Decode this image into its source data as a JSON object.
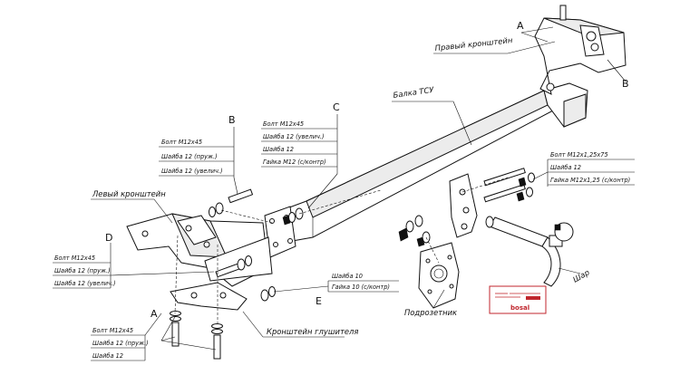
{
  "letters": {
    "a_top": "A",
    "b_top": "B",
    "b_mid": "B",
    "c": "C",
    "d": "D",
    "e": "E",
    "a_bottom": "A"
  },
  "labels": {
    "right_bracket": "Правый кронштейн",
    "beam": "Балка ТСУ",
    "left_bracket": "Левый кронштейн",
    "ball": "Шар",
    "socket_plate": "Подрозетник",
    "bumper_bracket": "Кронштейн глушителя"
  },
  "callouts": {
    "b_list": [
      "Болт M12x45",
      "Шайба 12 (пруж.)",
      "Шайба 12 (увелич.)"
    ],
    "c_list": [
      "Болт M12x45",
      "Шайба 12 (увелич.)",
      "Шайба 12",
      "Гайка M12 (с/контр)"
    ],
    "right_list": [
      "Болт M12x1,25x75",
      "Шайба 12",
      "Гайка M12x1,25 (с/контр)"
    ],
    "d_list": [
      "Болт M12x45",
      "Шайба 12 (пруж.)",
      "Шайба 12 (увелич.)"
    ],
    "e_list": [
      "Шайба 10",
      "Гайка 10 (с/контр)"
    ],
    "a_list": [
      "Болт M12x45",
      "Шайба 12 (пруж.)",
      "Шайба 12"
    ]
  },
  "badge": {
    "brand": "bosal"
  },
  "colors": {
    "ink": "#111111",
    "brand": "#c0262d"
  }
}
